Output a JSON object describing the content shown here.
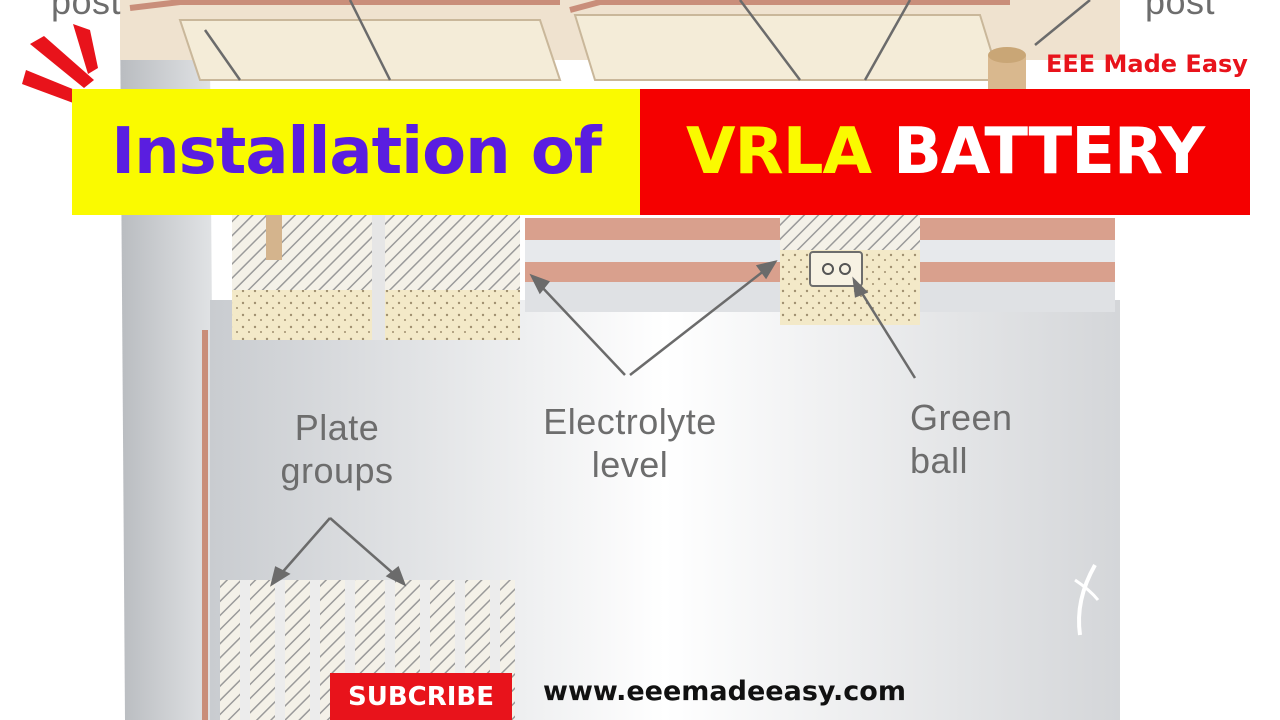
{
  "brand": "EEE Made Easy",
  "title": {
    "part1": "Installation of",
    "part2": "VRLA",
    "part3": "BATTERY"
  },
  "diagram": {
    "terminal_left": "post",
    "terminal_right": "post",
    "plate_groups": "Plate\ngroups",
    "electrolyte_level": "Electrolyte\nlevel",
    "green_ball": "Green\nball"
  },
  "footer": {
    "subscribe": "SUBCRIBE",
    "website": "www.eeemadeeasy.com"
  },
  "colors": {
    "title_left_bg": "#fafa00",
    "title_left_text": "#5a1ee0",
    "title_right_bg": "#f50000",
    "brand_red": "#e8131b"
  },
  "icons": [
    "attention-burst-icon"
  ]
}
